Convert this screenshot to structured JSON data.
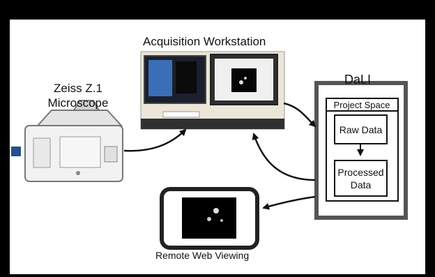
{
  "diagram": {
    "acquisition_label": "Acquisition Workstation",
    "microscope_label_line1": "Zeiss Z.1",
    "microscope_label_line2": "Microscope",
    "dali_label": "DaLI",
    "project_space_label": "Project Space",
    "raw_data_label": "Raw Data",
    "processed_data_line1": "Processed",
    "processed_data_line2": "Data",
    "remote_label": "Remote Web Viewing"
  },
  "colors": {
    "frame_background": "#000000",
    "canvas": "#ffffff",
    "dali_outer_border": "#555555",
    "ink": "#111111"
  }
}
